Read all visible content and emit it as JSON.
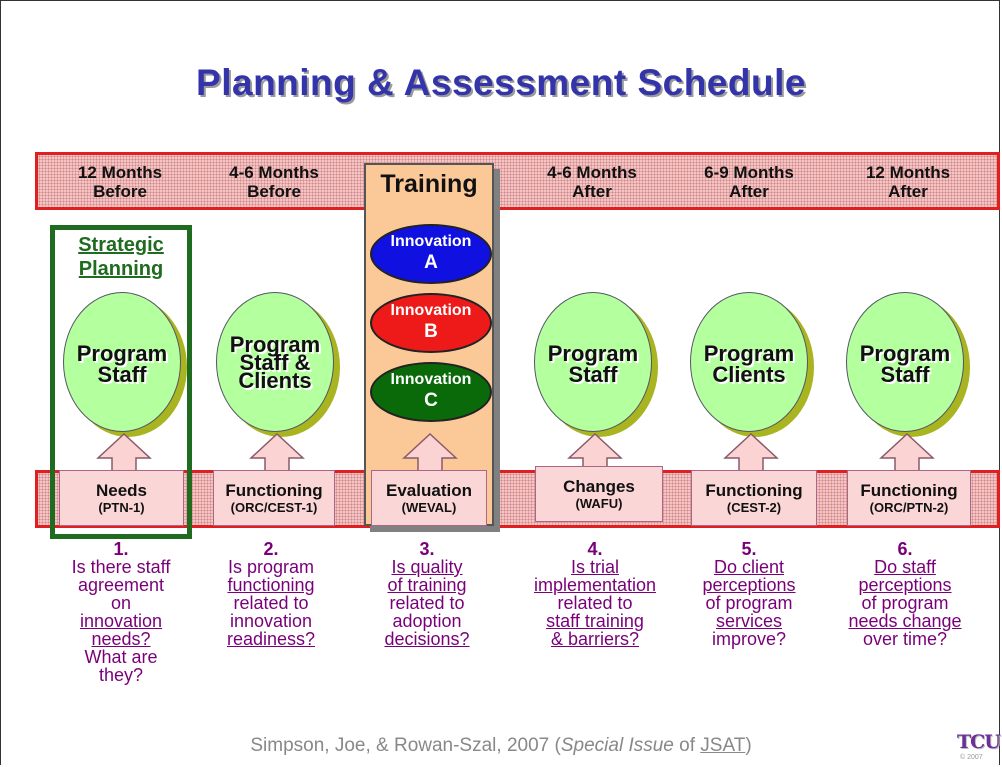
{
  "title": "Planning & Assessment Schedule",
  "time_periods": [
    {
      "line1": "12 Months",
      "line2": "Before"
    },
    {
      "line1": "4-6 Months",
      "line2": "Before"
    },
    {
      "line1": "4-6 Months",
      "line2": "After"
    },
    {
      "line1": "6-9 Months",
      "line2": "After"
    },
    {
      "line1": "12 Months",
      "line2": "After"
    }
  ],
  "strategic_planning": {
    "line1": "Strategic",
    "line2": "Planning"
  },
  "training": {
    "title": "Training",
    "innovations": [
      {
        "line1": "Innovation",
        "line2": "A",
        "color": "#1010e0"
      },
      {
        "line1": "Innovation",
        "line2": "B",
        "color": "#ee1a1a"
      },
      {
        "line1": "Innovation",
        "line2": "C",
        "color": "#0a6a0a"
      }
    ]
  },
  "circles": [
    {
      "lines": [
        "Program",
        "Staff"
      ]
    },
    {
      "lines": [
        "Program",
        "Staff &",
        "Clients"
      ]
    },
    {
      "lines": [
        "Program",
        "Staff"
      ]
    },
    {
      "lines": [
        "Program",
        "Clients"
      ]
    },
    {
      "lines": [
        "Program",
        "Staff"
      ]
    }
  ],
  "assessments": [
    {
      "name": "Needs",
      "instrument": "(PTN-1)"
    },
    {
      "name": "Functioning",
      "instrument": "(ORC/CEST-1)"
    },
    {
      "name": "Evaluation",
      "instrument": "(WEVAL)"
    },
    {
      "name": "Changes",
      "instrument": "(WAFU)"
    },
    {
      "name": "Functioning",
      "instrument": "(CEST-2)"
    },
    {
      "name": "Functioning",
      "instrument": "(ORC/PTN-2)"
    }
  ],
  "questions": [
    {
      "num": "1.",
      "lines": [
        "Is there staff",
        "agreement",
        "on",
        "innovation",
        "needs?",
        "What are",
        "they?"
      ]
    },
    {
      "num": "2.",
      "lines": [
        "Is program",
        "functioning",
        "related to",
        "innovation",
        "readiness?"
      ]
    },
    {
      "num": "3.",
      "lines": [
        "Is quality",
        "of training",
        "related to",
        "adoption",
        "decisions?"
      ]
    },
    {
      "num": "4.",
      "lines": [
        "Is trial",
        "implementation",
        "related to",
        "staff training",
        "& barriers?"
      ]
    },
    {
      "num": "5.",
      "lines": [
        "Do client",
        "perceptions",
        "of program",
        "services",
        "improve?"
      ]
    },
    {
      "num": "6.",
      "lines": [
        "Do staff",
        "perceptions",
        "of program",
        "needs change",
        "over time?"
      ]
    }
  ],
  "citation": {
    "prefix": "Simpson, Joe, & Rowan-Szal, 2007 (",
    "italic": "Special Issue",
    "middle": " of ",
    "journal": "JSAT",
    "suffix": ")"
  },
  "logo": {
    "text": "TCU",
    "copyright": "© 2007"
  }
}
